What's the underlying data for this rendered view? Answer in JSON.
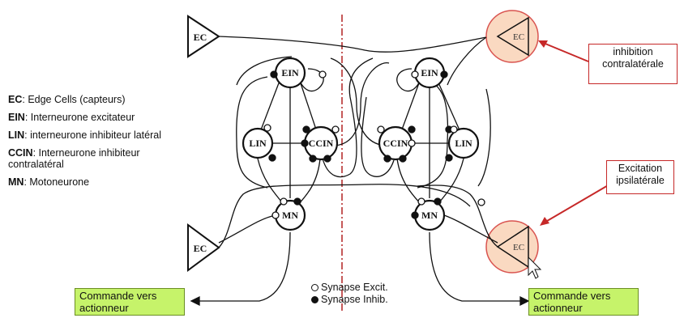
{
  "legend": [
    {
      "abbr": "EC",
      "text": ": Edge Cells (capteurs)"
    },
    {
      "abbr": "EIN",
      "text": ": Interneurone excitateur"
    },
    {
      "abbr": "LIN",
      "text": ": interneurone inhibiteur latéral"
    },
    {
      "abbr": "CCIN",
      "text": ": Interneurone inhibiteur contralatéral"
    },
    {
      "abbr": "MN",
      "text": ": Motoneurone"
    }
  ],
  "neurons": {
    "ein": "EIN",
    "lin": "LIN",
    "ccin": "CCIN",
    "mn": "MN",
    "ec": "EC"
  },
  "callouts": {
    "inhibition": {
      "line1": "inhibition",
      "line2": "contralatérale"
    },
    "excitation": {
      "line1": "Excitation",
      "line2": "ipsilatérale"
    }
  },
  "command": {
    "line1": "Commande vers",
    "line2": "actionneur"
  },
  "synapse_legend": {
    "excit": "Synapse Excit.",
    "inhib": "Synapse Inhib."
  },
  "colors": {
    "highlight_fill": "#fad9c1",
    "highlight_stroke": "#d9534f",
    "callout_border": "#c62828",
    "command_fill": "#c6f36a",
    "midline": "#b22222"
  }
}
